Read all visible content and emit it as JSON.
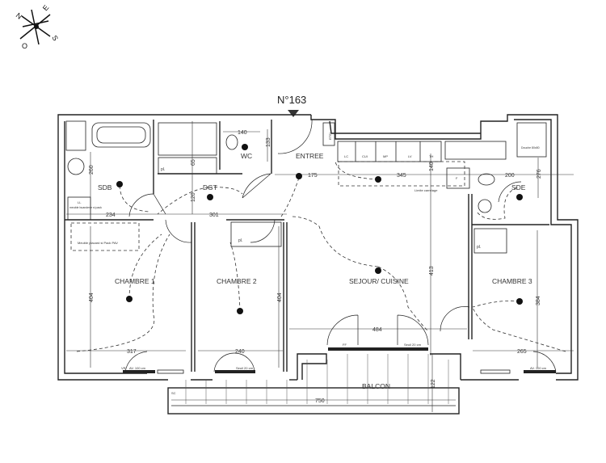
{
  "plan": {
    "lot_number": "N°163",
    "compass": {
      "n": "N",
      "e": "E",
      "s": "S",
      "o": "O"
    },
    "rooms": {
      "sdb": "SDB",
      "dgt": "DGT",
      "wc": "WC",
      "entree": "ENTREE",
      "sde": "SDE",
      "chambre1": "CHAMBRE 1",
      "chambre2": "CHAMBRE 2",
      "sejour": "SEJOUR/ CUISINE",
      "chambre3": "CHAMBRE 3",
      "balcon": "BALCON"
    },
    "dimensions": {
      "wc_w": "140",
      "wc_h": "133",
      "dgt_h": "65",
      "sdb_h": "260",
      "dgt_h2": "120",
      "sdb_w": "234",
      "dgt_w": "301",
      "entree_w": "175",
      "kitchen_w": "345",
      "kitchen_h": "140",
      "sde_w": "200",
      "sde_h": "276",
      "ch1_h": "404",
      "ch2_h": "404",
      "sejour_h": "413",
      "ch3_h": "384",
      "sejour_w": "484",
      "ch1_w": "317",
      "ch2_w": "240",
      "ch3_w": "265",
      "balcon_w": "750",
      "balcon_h": "122"
    },
    "annotations": {
      "placard1": "pl.",
      "placard2": "pl.",
      "placard3": "pl.",
      "etel": "ETEL",
      "lc": "LC",
      "cui": "CUI",
      "mp": "MP",
      "lv": "LV",
      "th": "TH",
      "f": "F",
      "limite": "Limite carrelage",
      "meuble_placard": "Meuble placard si Pack PAV",
      "ll": "LL",
      "ll_meuble": "meuble buanderie si pack",
      "av1": "AV. 100 cm",
      "seuil2": "Seuil 20 cm",
      "seuil_sejour": "Seuil 20 cm",
      "av3": "AV. 100 cm",
      "vr": "VR",
      "ff": "FF",
      "sc": "SC",
      "douche": "Douche 80x80"
    }
  }
}
